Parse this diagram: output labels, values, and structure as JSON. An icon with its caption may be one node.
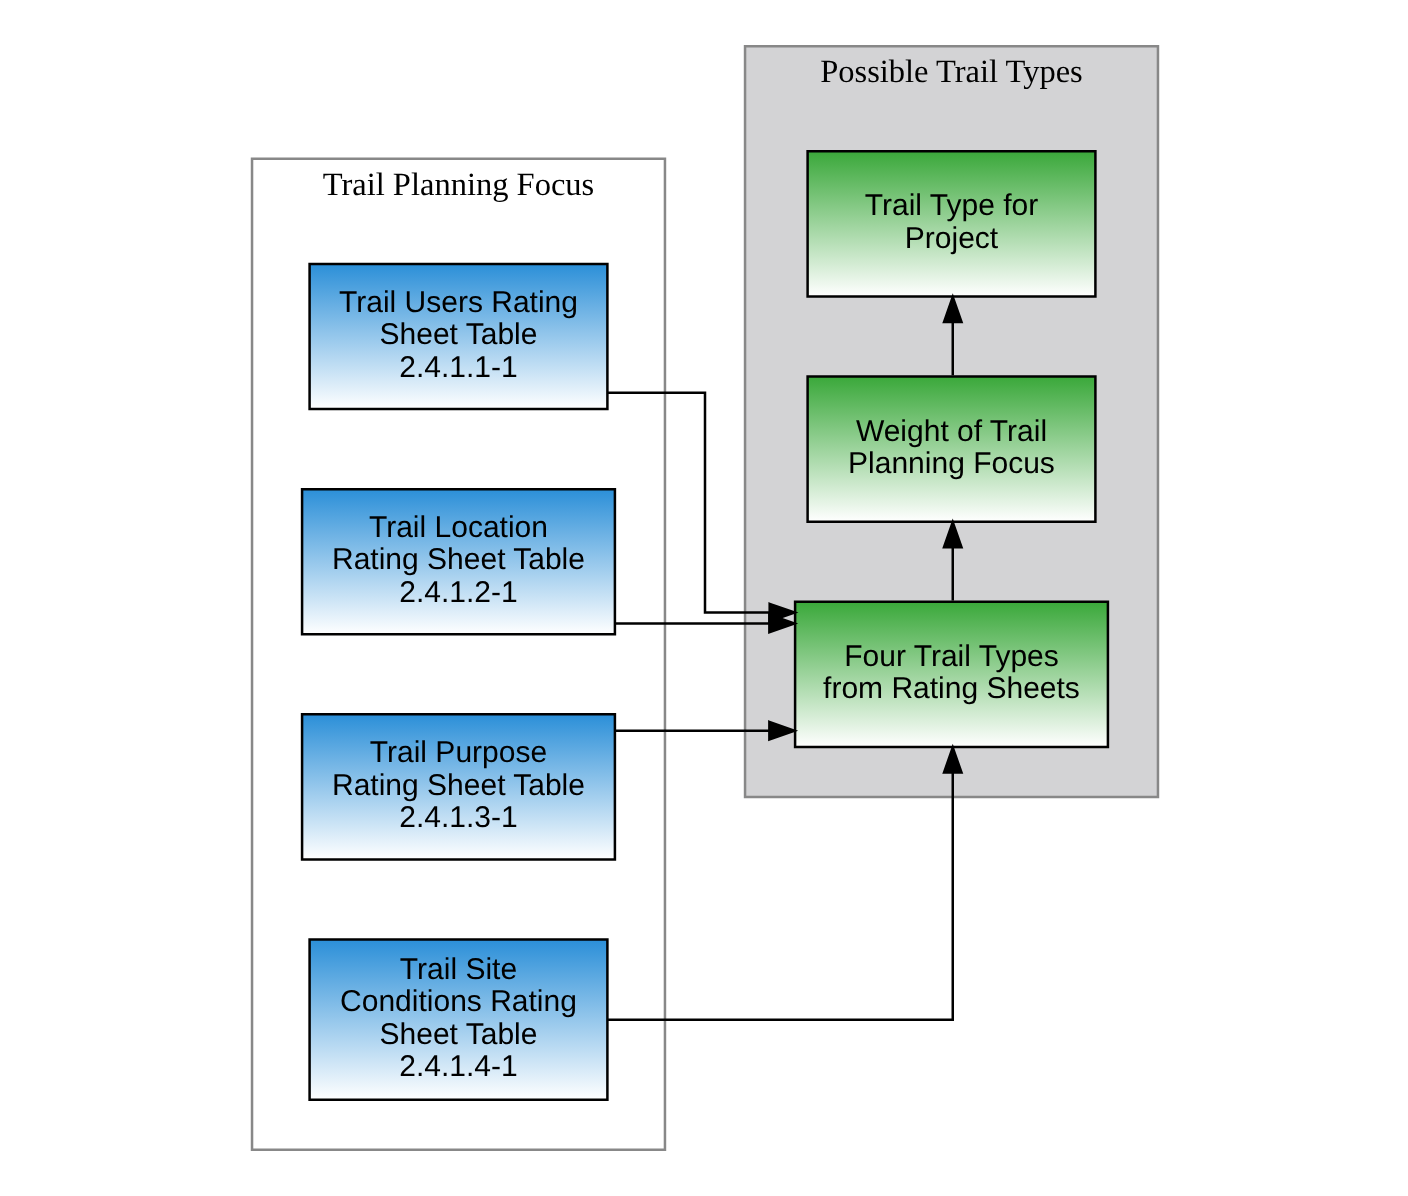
{
  "diagram": {
    "nodes": [
      {
        "text": [
          "Trail Planning Focus"
        ]
      },
      {
        "text": [
          "Trail Users Rating Sheet Table 2.4.1.1-1"
        ],
        "in": 0
      },
      {
        "text": [
          "Trail Location Rating Sheet Table 2.4.1.2-1"
        ],
        "in": 0
      },
      {
        "text": [
          "Trail Purpose Rating Sheet Table 2.4.1.3-1"
        ],
        "in": 0
      },
      {
        "text": [
          "Trail Site Conditions Rating Sheet Table 2.4.1.4-1"
        ],
        "in": 0
      },
      {
        "text": [
          "Possible Trail Types"
        ]
      },
      {
        "text": [
          "Four Trail Types from Rating Sheets"
        ],
        "in": 5
      },
      {
        "text": [
          "Weight of Trail Planning Focus"
        ],
        "in": 5
      },
      {
        "text": [
          "Trail Type for Project"
        ],
        "in": 5
      }
    ],
    "edges": [
      {
        "from": 1,
        "to": 6,
        "arrow": "to"
      },
      {
        "from": 2,
        "to": 6,
        "arrow": "to"
      },
      {
        "from": 3,
        "to": 6,
        "arrow": "to"
      },
      {
        "from": 4,
        "to": 6,
        "arrow": "to"
      },
      {
        "from": 6,
        "to": 7,
        "arrow": "to"
      },
      {
        "from": 7,
        "to": 8,
        "arrow": "to"
      }
    ]
  }
}
